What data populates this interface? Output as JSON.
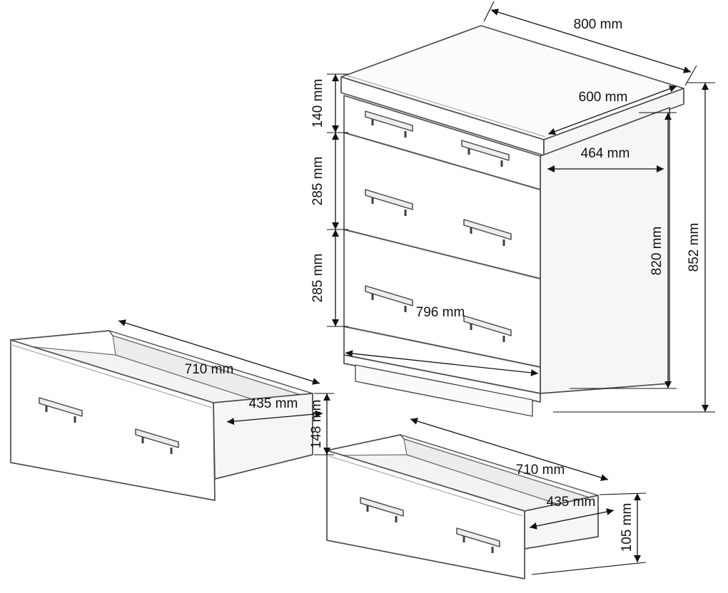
{
  "cabinet": {
    "top_width": "800 mm",
    "top_depth": "600 mm",
    "drawer_front_1": "140 mm",
    "drawer_front_2": "285 mm",
    "drawer_front_3": "285 mm",
    "side_width": "464 mm",
    "carcass_height": "820 mm",
    "total_height": "852 mm",
    "front_width": "796 mm"
  },
  "drawer_large": {
    "width": "710 mm",
    "depth": "435 mm",
    "height": "148 mm"
  },
  "drawer_small": {
    "width": "710 mm",
    "depth": "435 mm",
    "height": "105 mm"
  }
}
